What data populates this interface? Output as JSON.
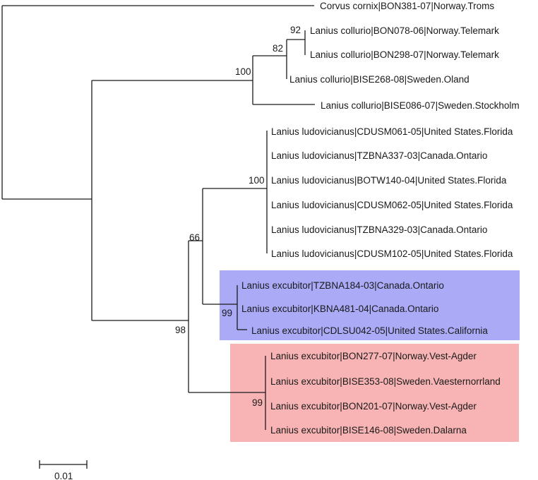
{
  "tree": {
    "taxa": [
      "Corvus cornix|BON381-07|Norway.Troms",
      "Lanius collurio|BON078-06|Norway.Telemark",
      "Lanius collurio|BON298-07|Norway.Telemark",
      "Lanius collurio|BISE268-08|Sweden.Oland",
      "Lanius collurio|BISE086-07|Sweden.Stockholm",
      "Lanius ludovicianus|CDUSM061-05|United States.Florida",
      "Lanius ludovicianus|TZBNA337-03|Canada.Ontario",
      "Lanius ludovicianus|BOTW140-04|United States.Florida",
      "Lanius ludovicianus|CDUSM062-05|United States.Florida",
      "Lanius ludovicianus|TZBNA329-03|Canada.Ontario",
      "Lanius ludovicianus|CDUSM102-05|United States.Florida",
      "Lanius excubitor|TZBNA184-03|Canada.Ontario",
      "Lanius excubitor|KBNA481-04|Canada.Ontario",
      "Lanius excubitor|CDLSU042-05|United States.California",
      "Lanius excubitor|BON277-07|Norway.Vest-Agder",
      "Lanius excubitor|BISE353-08|Sweden.Vaesternorrland",
      "Lanius excubitor|BON201-07|Norway.Vest-Agder",
      "Lanius excubitor|BISE146-08|Sweden.Dalarna"
    ],
    "support_values": [
      "92",
      "82",
      "100",
      "100",
      "66",
      "99",
      "98",
      "99"
    ],
    "scale_bar_label": "0.01",
    "clade_colors": {
      "north_american_excubitor": "#aaaaf7",
      "european_excubitor": "#f8b4b4"
    }
  }
}
